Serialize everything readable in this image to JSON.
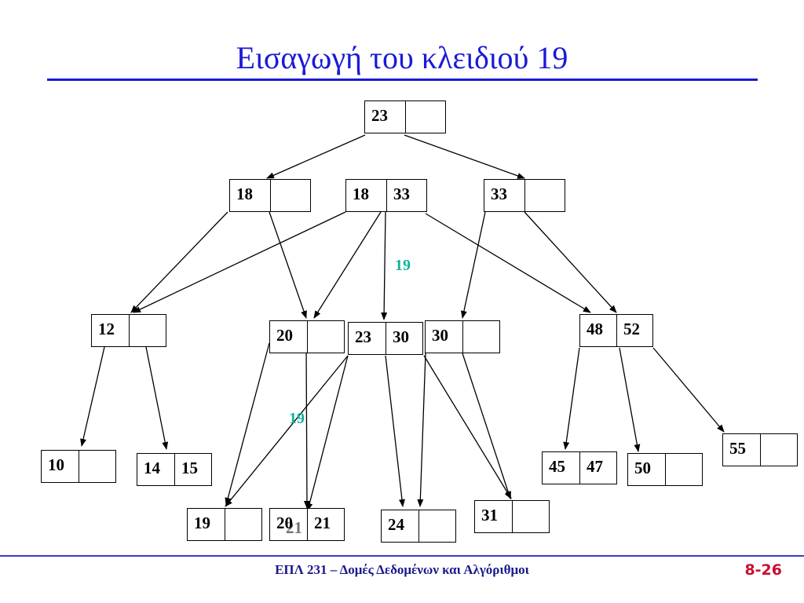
{
  "title": "Εισαγωγή του κλειδιού 19",
  "footer": "ΕΠΛ 231 – Δομές Δεδομένων και Αλγόριθμοι",
  "page_number": "8-26",
  "annotations": {
    "insert_key_top": "19",
    "insert_key_mid": "19"
  },
  "nodes": {
    "root": [
      "23",
      ""
    ],
    "l1_left": [
      "18",
      ""
    ],
    "l1_mid": [
      "18",
      "33"
    ],
    "l1_right": [
      "33",
      ""
    ],
    "l2_a": [
      "12",
      ""
    ],
    "l2_b": [
      "20",
      ""
    ],
    "l2_c": [
      "23",
      "30"
    ],
    "l2_d": [
      "30",
      ""
    ],
    "l2_e": [
      "48",
      "52"
    ],
    "leaf_10": [
      "10",
      ""
    ],
    "leaf_14": [
      "14",
      "15"
    ],
    "leaf_19": [
      "19",
      ""
    ],
    "leaf_20": [
      "20",
      "21"
    ],
    "leaf_24": [
      "24",
      ""
    ],
    "leaf_31": [
      "31",
      ""
    ],
    "leaf_45": [
      "45",
      "47"
    ],
    "leaf_50": [
      "50",
      ""
    ],
    "leaf_55": [
      "55",
      ""
    ]
  },
  "overlay_text": "21",
  "colors": {
    "title": "#1a1ad8",
    "annotation": "#12b39a",
    "page_number": "#c8102e"
  }
}
